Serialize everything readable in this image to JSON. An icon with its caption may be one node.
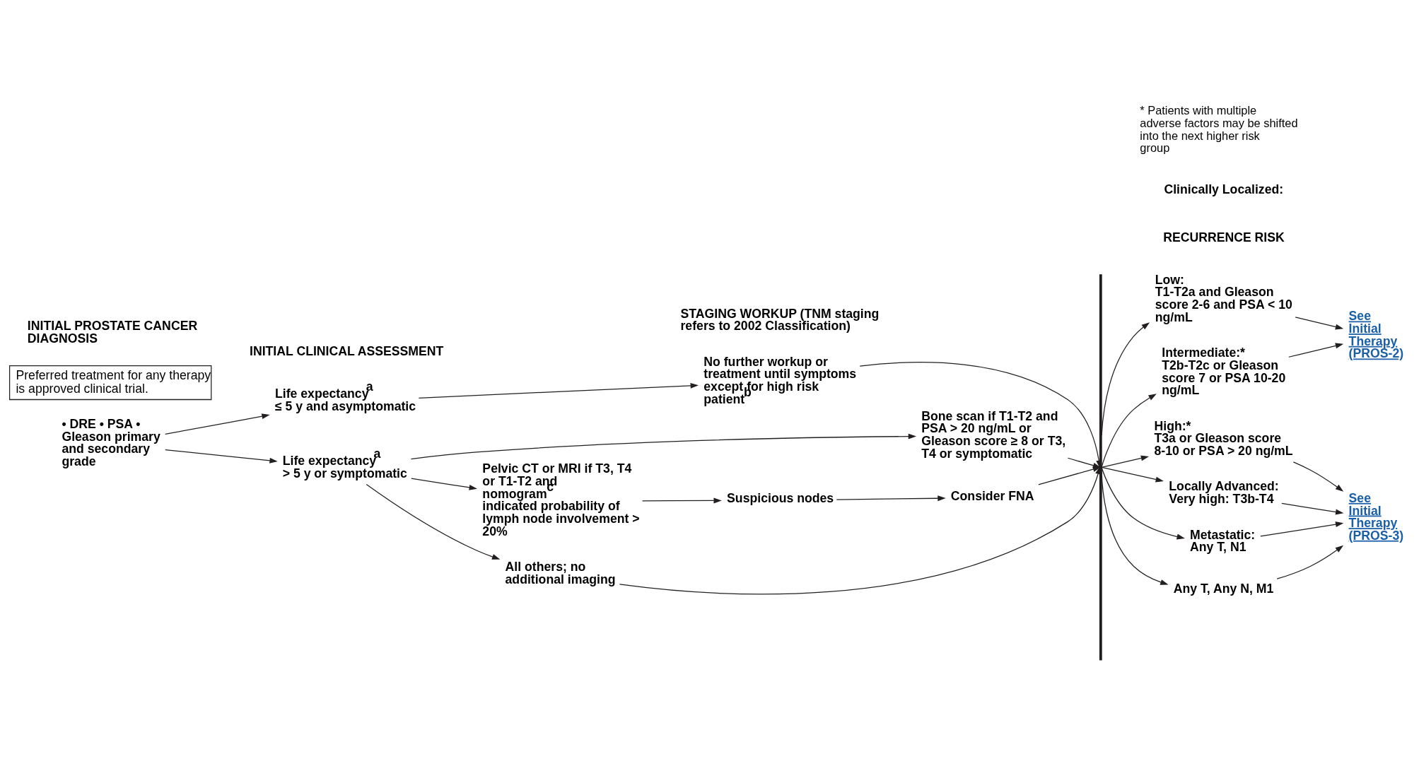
{
  "diagram": {
    "nodes": [
      {
        "text": [
          "• DRE • PSA • Gleason primary and secondary grade"
        ]
      },
      {
        "text": [
          "Life expectancy$^{a}$ ≤ 5 y and asymptomatic"
        ]
      },
      {
        "text": [
          "Life expectancy$^{a}$ > 5 y or symptomatic"
        ]
      },
      {
        "text": [
          "No further workup or treatment until symptoms except for high risk patient$^{b}$"
        ]
      },
      {
        "text": [
          "Bone scan if T1-T2 and PSA > 20 ng/mL or Gleason score ≥ 8 or T3, T4 or symptomatic"
        ]
      },
      {
        "text": [
          "Pelvic CT or MRI if T3, T4 or T1-T2 and nomogram$^{c}$ indicated probability of lymph node involvement > 20%"
        ]
      },
      {
        "text": [
          "Suspicious nodes"
        ]
      },
      {
        "text": [
          "Consider FNA"
        ]
      },
      {
        "text": [
          "All others; no additional imaging"
        ]
      },
      {
        "text": [],
        "shape": "bar"
      },
      {
        "text": [
          "Low:",
          "T1-T2a and Gleason score 2-6 and PSA < 10 ng/mL"
        ]
      },
      {
        "text": [
          "Intermediate:*",
          "T2b-T2c or Gleason score 7 or PSA 10-20 ng/mL"
        ]
      },
      {
        "text": [
          "High:*",
          "T3a or Gleason score 8-10 or PSA > 20 ng/mL"
        ]
      },
      {
        "text": [
          "Locally Advanced:",
          "Very high: T3b-T4"
        ]
      },
      {
        "text": [
          "Metastatic:",
          "Any T, N1"
        ]
      },
      {
        "text": [
          "Any T, Any N, M1"
        ]
      },
      {
        "text": [
          "See Initial Therapy (PROS-2)"
        ]
      },
      {
        "text": [
          "See Initial Therapy (PROS-3)"
        ]
      },
      {
        "text": [
          "Preferred treatment for any therapy is approved clinical trial."
        ]
      }
    ],
    "edges": [
      {
        "from": 0,
        "to": 1,
        "arrow": "to"
      },
      {
        "from": 0,
        "to": 2,
        "arrow": "to"
      },
      {
        "from": 1,
        "to": 3,
        "arrow": "to"
      },
      {
        "from": 3,
        "to": 9,
        "arrow": "to"
      },
      {
        "from": 2,
        "to": 4,
        "arrow": "to"
      },
      {
        "from": 2,
        "to": 5,
        "arrow": "to"
      },
      {
        "from": 2,
        "to": 8,
        "arrow": "to"
      },
      {
        "from": 4,
        "to": 9,
        "arrow": "to"
      },
      {
        "from": 5,
        "to": 6,
        "arrow": "to"
      },
      {
        "from": 6,
        "to": 7,
        "arrow": "to"
      },
      {
        "from": 7,
        "to": 9,
        "arrow": "to"
      },
      {
        "from": 8,
        "to": 9,
        "arrow": "to"
      },
      {
        "from": 9,
        "to": 10,
        "arrow": "to"
      },
      {
        "from": 9,
        "to": 11,
        "arrow": "to"
      },
      {
        "from": 9,
        "to": 12,
        "arrow": "to"
      },
      {
        "from": 9,
        "to": 13,
        "arrow": "to"
      },
      {
        "from": 9,
        "to": 14,
        "arrow": "to"
      },
      {
        "from": 9,
        "to": 15,
        "arrow": "to"
      },
      {
        "from": 10,
        "to": 16,
        "arrow": "to"
      },
      {
        "from": 11,
        "to": 16,
        "arrow": "to"
      },
      {
        "from": 12,
        "to": 17,
        "arrow": "to"
      },
      {
        "from": 13,
        "to": 17,
        "arrow": "to"
      },
      {
        "from": 14,
        "to": 17,
        "arrow": "to"
      },
      {
        "from": 15,
        "to": 17,
        "arrow": "to"
      }
    ],
    "labels": [
      "INITIAL PROSTATE CANCER DIAGNOSIS",
      "INITIAL CLINICAL ASSESSMENT",
      "STAGING WORKUP (TNM staging refers to 2002 Classification)",
      "RECURRENCE RISK",
      "Clinically Localized:",
      "* Patients with multiple adverse factors may be shifted into the next higher risk group"
    ]
  }
}
